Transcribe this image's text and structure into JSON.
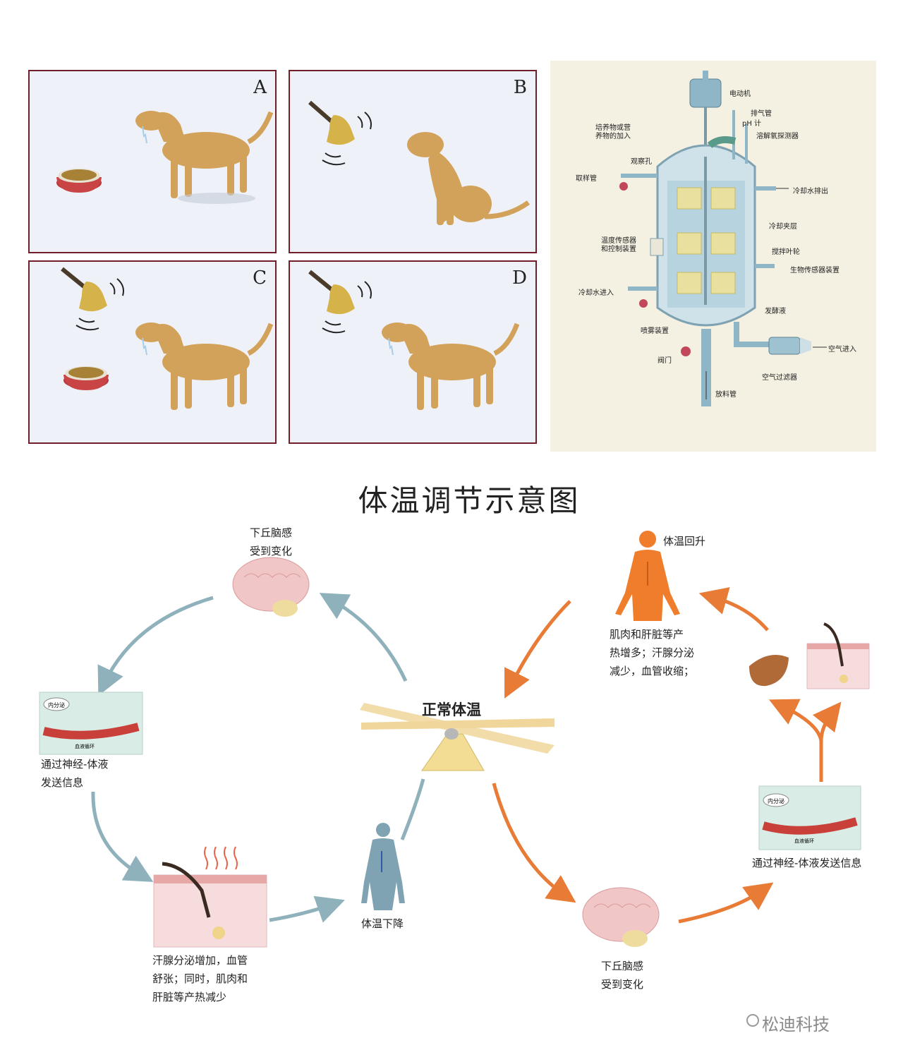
{
  "panels": [
    {
      "letter": "A"
    },
    {
      "letter": "B"
    },
    {
      "letter": "C"
    },
    {
      "letter": "D"
    }
  ],
  "fermenter": {
    "labels": {
      "motor": "电动机",
      "exhaust": "排气管",
      "ph": "pH 计",
      "do_probe": "溶解氧探测器",
      "feed": "培养物或营养物的加入",
      "feed_line1": "培养物或营",
      "feed_line2": "养物的加入",
      "window": "观察孔",
      "sampling": "取样管",
      "cooling_out": "冷却水排出",
      "jacket": "冷却夹层",
      "temp_line1": "温度传感器",
      "temp_line2": "和控制装置",
      "impeller": "搅拌叶轮",
      "biosensor": "生物传感器装置",
      "cooling_in": "冷却水进入",
      "broth": "发酵液",
      "sparger": "喷雾装置",
      "valve": "阀门",
      "air_in": "空气进入",
      "air_filter": "空气过滤器",
      "discharge": "放料管"
    }
  },
  "diagram": {
    "title": "体温调节示意图",
    "center": "正常体温",
    "left_brain_line1": "下丘脑感",
    "left_brain_line2": "受到变化",
    "left_signal_line1": "通过神经-体液",
    "left_signal_line2": "发送信息",
    "left_effect_line1": "汗腺分泌增加，血管",
    "left_effect_line2": "舒张；同时，肌肉和",
    "left_effect_line3": "肝脏等产热减少",
    "temp_down": "体温下降",
    "right_brain_line1": "下丘脑感",
    "right_brain_line2": "受到变化",
    "right_signal": "通过神经-体液发送信息",
    "right_effect_line1": "肌肉和肝脏等产",
    "right_effect_line2": "热增多；汗腺分泌",
    "right_effect_line3": "减少，血管收缩；",
    "temp_up": "体温回升",
    "inset_endocrine": "内分泌",
    "inset_blood": "血液循环"
  },
  "watermark": "松迪科技",
  "colors": {
    "panel_border": "#6e1f2a",
    "cool_arrow": "#8fb1bb",
    "warm_arrow": "#e87b35",
    "cool_body": "#7fa3b3",
    "warm_body": "#f07d2c",
    "dog": "#d3a25a"
  }
}
